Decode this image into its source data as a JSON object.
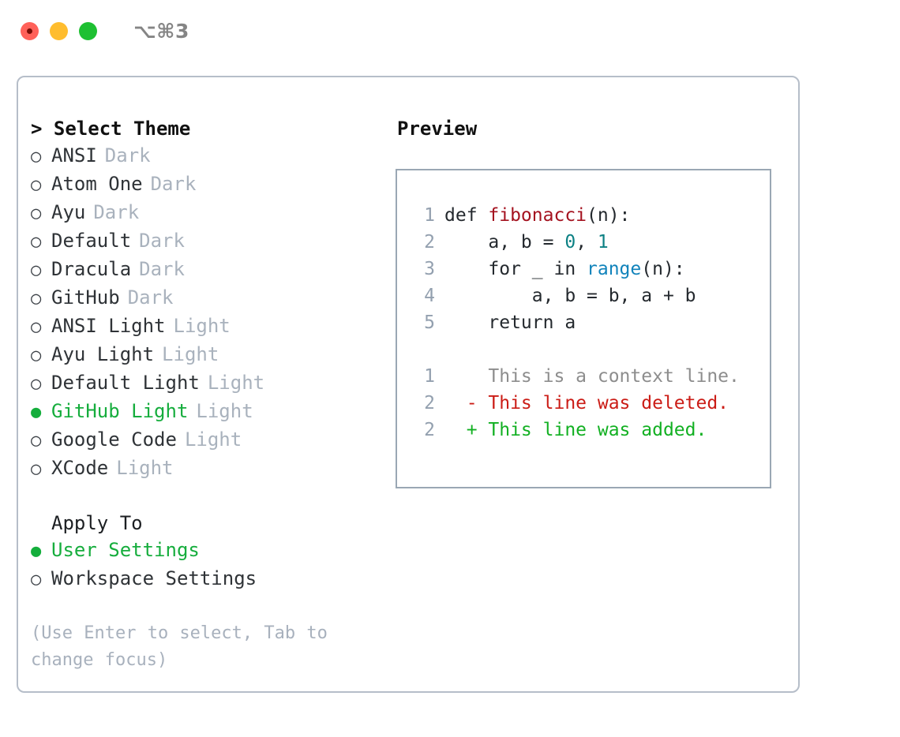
{
  "titlebar": {
    "shortcut": "⌥⌘3",
    "buttons": {
      "close": "close",
      "minimize": "minimize",
      "maximize": "maximize"
    }
  },
  "theme_list": {
    "header": "> Select Theme",
    "bullet_unselected": "○",
    "bullet_selected": "●",
    "items": [
      {
        "name": "ANSI",
        "tag": "Dark",
        "selected": false
      },
      {
        "name": "Atom One",
        "tag": "Dark",
        "selected": false
      },
      {
        "name": "Ayu",
        "tag": "Dark",
        "selected": false
      },
      {
        "name": "Default",
        "tag": "Dark",
        "selected": false
      },
      {
        "name": "Dracula",
        "tag": "Dark",
        "selected": false
      },
      {
        "name": "GitHub",
        "tag": "Dark",
        "selected": false
      },
      {
        "name": "ANSI Light",
        "tag": "Light",
        "selected": false
      },
      {
        "name": "Ayu Light",
        "tag": "Light",
        "selected": false
      },
      {
        "name": "Default Light",
        "tag": "Light",
        "selected": false
      },
      {
        "name": "GitHub Light",
        "tag": "Light",
        "selected": true
      },
      {
        "name": "Google Code",
        "tag": "Light",
        "selected": false
      },
      {
        "name": "XCode",
        "tag": "Light",
        "selected": false
      }
    ]
  },
  "apply_to": {
    "title": "Apply To",
    "items": [
      {
        "name": "User Settings",
        "selected": true
      },
      {
        "name": "Workspace Settings",
        "selected": false
      }
    ]
  },
  "hint": "(Use Enter to select, Tab to change focus)",
  "preview": {
    "title": "Preview",
    "code_lines": [
      {
        "number": "1",
        "tokens": [
          {
            "text": "def ",
            "type": "def"
          },
          {
            "text": "fibonacci",
            "type": "fn"
          },
          {
            "text": "(n):",
            "type": "plain"
          }
        ]
      },
      {
        "number": "2",
        "tokens": [
          {
            "text": "    a, b = ",
            "type": "plain"
          },
          {
            "text": "0",
            "type": "num"
          },
          {
            "text": ", ",
            "type": "plain"
          },
          {
            "text": "1",
            "type": "num"
          }
        ]
      },
      {
        "number": "3",
        "tokens": [
          {
            "text": "    for _ in ",
            "type": "plain"
          },
          {
            "text": "range",
            "type": "call"
          },
          {
            "text": "(n):",
            "type": "plain"
          }
        ]
      },
      {
        "number": "4",
        "tokens": [
          {
            "text": "        a, b = b, a + b",
            "type": "plain"
          }
        ]
      },
      {
        "number": "5",
        "tokens": [
          {
            "text": "    return a",
            "type": "plain"
          }
        ]
      }
    ],
    "diff_lines": [
      {
        "number": "1",
        "marker": "  ",
        "text": "This is a context line.",
        "kind": "ctx"
      },
      {
        "number": "2",
        "marker": "- ",
        "text": "This line was deleted.",
        "kind": "del"
      },
      {
        "number": "2",
        "marker": "+ ",
        "text": "This line was added.",
        "kind": "add"
      }
    ]
  },
  "colors": {
    "selected_green": "#14ae3c",
    "tag_gray": "#a9b2bd",
    "panel_border": "#b6bec9",
    "preview_border": "#9aa7b4",
    "gutter": "#93a0af",
    "fn_red": "#a4121f",
    "num_teal": "#0d8184",
    "call_blue": "#1183bb",
    "diff_del_red": "#cb1c16",
    "diff_add_green": "#12b022",
    "diff_ctx_gray": "#8d8d8d",
    "hint_gray": "#a8b1bd"
  }
}
